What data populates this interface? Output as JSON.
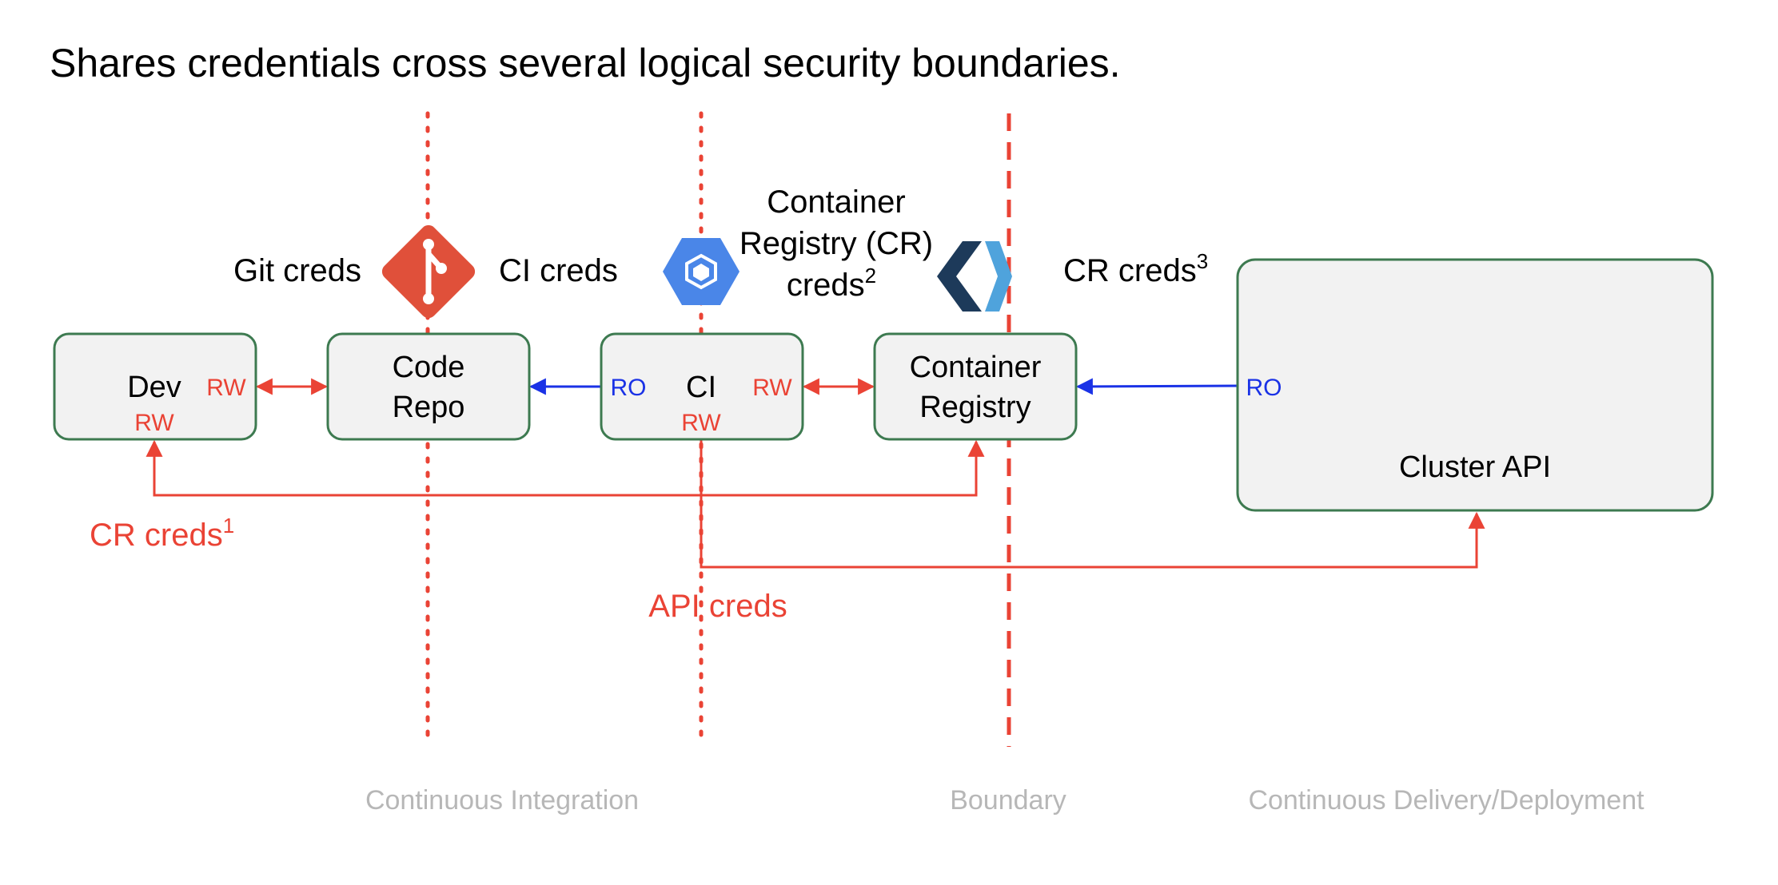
{
  "title": "Shares credentials cross several logical security boundaries.",
  "nodes": {
    "dev": {
      "label": "Dev",
      "rw_right": "RW",
      "rw_bottom": "RW"
    },
    "code_repo": {
      "label_line1": "Code",
      "label_line2": "Repo"
    },
    "ci": {
      "label": "CI",
      "ro_left": "RO",
      "rw_right": "RW",
      "rw_bottom": "RW"
    },
    "container_registry": {
      "label_line1": "Container",
      "label_line2": "Registry"
    },
    "cluster_api": {
      "label": "Cluster API",
      "ro_left": "RO"
    }
  },
  "creds": {
    "git": "Git creds",
    "ci": "CI creds",
    "cr_line1": "Container",
    "cr_line2": "Registry (CR)",
    "cr_line3": "creds",
    "cr_line3_sup": "2",
    "cr_right": "CR creds",
    "cr_right_sup": "3",
    "cr_bottom": "CR creds",
    "cr_bottom_sup": "1",
    "api": "API creds"
  },
  "zones": {
    "ci": "Continuous Integration",
    "boundary": "Boundary",
    "cd": "Continuous Delivery/Deployment"
  },
  "icons": [
    "git-logo-icon",
    "gcp-cloud-build-icon",
    "harbor-registry-icon"
  ],
  "colors": {
    "red": "#ea4335",
    "blue": "#1a32e6",
    "box_border": "#3d7a50",
    "box_fill": "#f2f2f2",
    "zone_text": "#b7b7b7",
    "git_orange": "#e0503a",
    "gcp_blue": "#4a86e8",
    "harbor_dark": "#1d3a5a",
    "harbor_light": "#4fa3dc"
  }
}
